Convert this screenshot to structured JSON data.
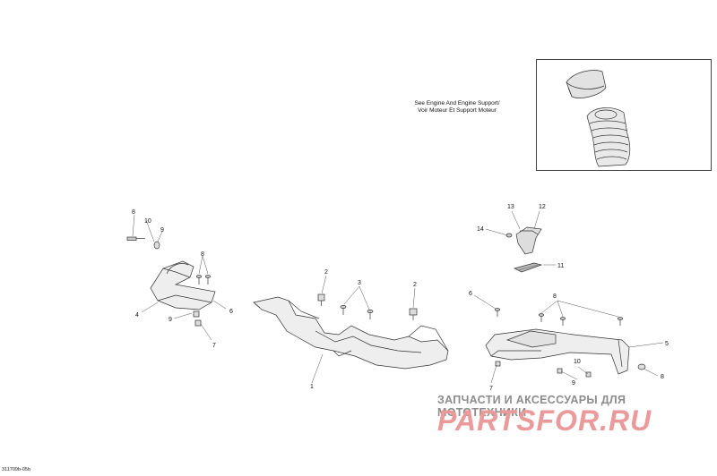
{
  "note": {
    "line1": "See Engine And Engine Support/",
    "line2": "Voir Moteur Et Support Moteur"
  },
  "callouts": {
    "c1": "1",
    "c2a": "2",
    "c2b": "2",
    "c3": "3",
    "c4": "4",
    "c5": "5",
    "c6a": "6",
    "c6b": "6",
    "c7a": "7",
    "c7b": "7",
    "c8a": "8",
    "c8b": "8",
    "c8c": "8",
    "c8d": "8",
    "c9a": "9",
    "c9b": "9",
    "c9c": "9",
    "c10a": "10",
    "c10b": "10",
    "c11": "11",
    "c12": "12",
    "c13": "13",
    "c14": "14"
  },
  "watermark": {
    "tagline": "ЗАПЧАСТИ И АКСЕССУАРЫ ДЛЯ МОТОТЕХНИКИ",
    "logo": "PARTSFOR.RU"
  },
  "drawing_code": "311709b-05b",
  "colors": {
    "line": "#333333",
    "watermark_logo": "#ea9a9a",
    "watermark_text": "#8c8c8c"
  }
}
